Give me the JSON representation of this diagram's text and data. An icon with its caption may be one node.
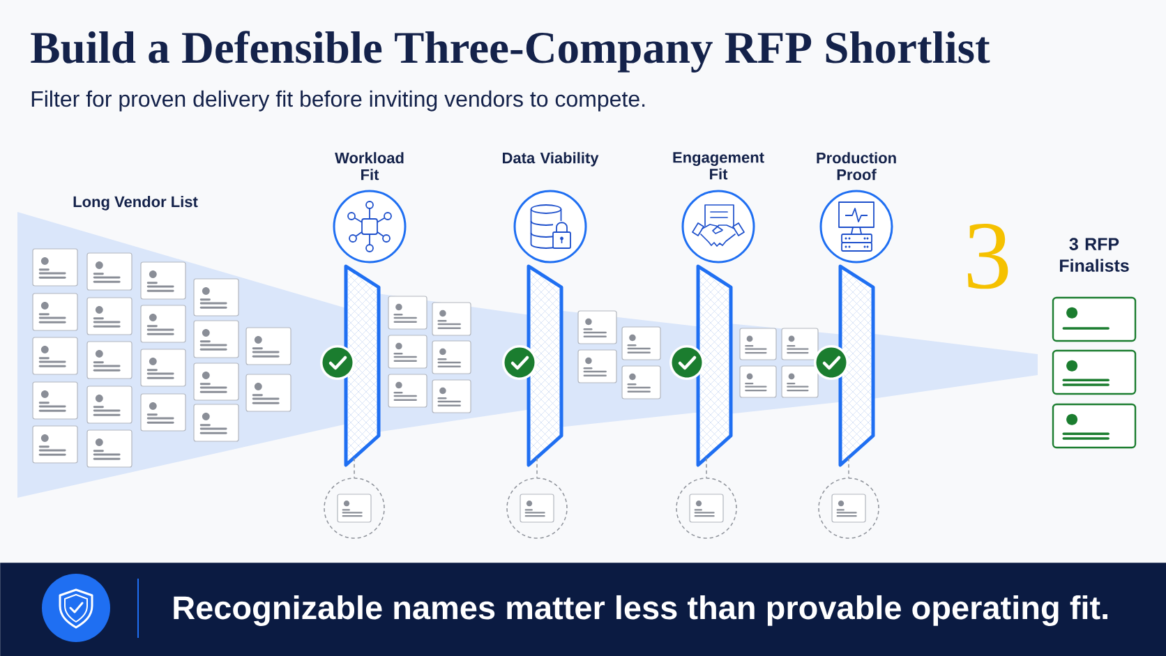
{
  "diagram": {
    "title": "Build a Defensible Three-Company RFP Shortlist",
    "nodes": [
      {
        "text": [
          "Workload Fit"
        ]
      },
      {
        "text": [],
        "shape": "bar"
      },
      {
        "text": [],
        "shape": "circle"
      },
      {
        "text": [
          "Data Viability"
        ]
      },
      {
        "text": [],
        "shape": "bar"
      },
      {
        "text": [],
        "shape": "circle"
      },
      {
        "text": [
          "Engagement Fit"
        ]
      },
      {
        "text": [],
        "shape": "bar"
      },
      {
        "text": [],
        "shape": "circle"
      },
      {
        "text": [
          "Production Proof"
        ]
      },
      {
        "text": [],
        "shape": "bar"
      },
      {
        "text": [],
        "shape": "circle"
      },
      {
        "text": [
          "Recognizable names matter less than provable operating fit."
        ]
      }
    ],
    "edges": [
      {
        "from": 1,
        "to": 2,
        "arrow": "none",
        "style": "dashed"
      },
      {
        "from": 4,
        "to": 5,
        "arrow": "none",
        "style": "dashed"
      },
      {
        "from": 7,
        "to": 8,
        "arrow": "none",
        "style": "dashed"
      },
      {
        "from": 10,
        "to": 11,
        "arrow": "none",
        "style": "dashed"
      }
    ],
    "labels": [
      "Filter for proven delivery fit before inviting vendors to compete.",
      "Long Vendor List",
      "3",
      "3 RFP Finalists"
    ]
  }
}
